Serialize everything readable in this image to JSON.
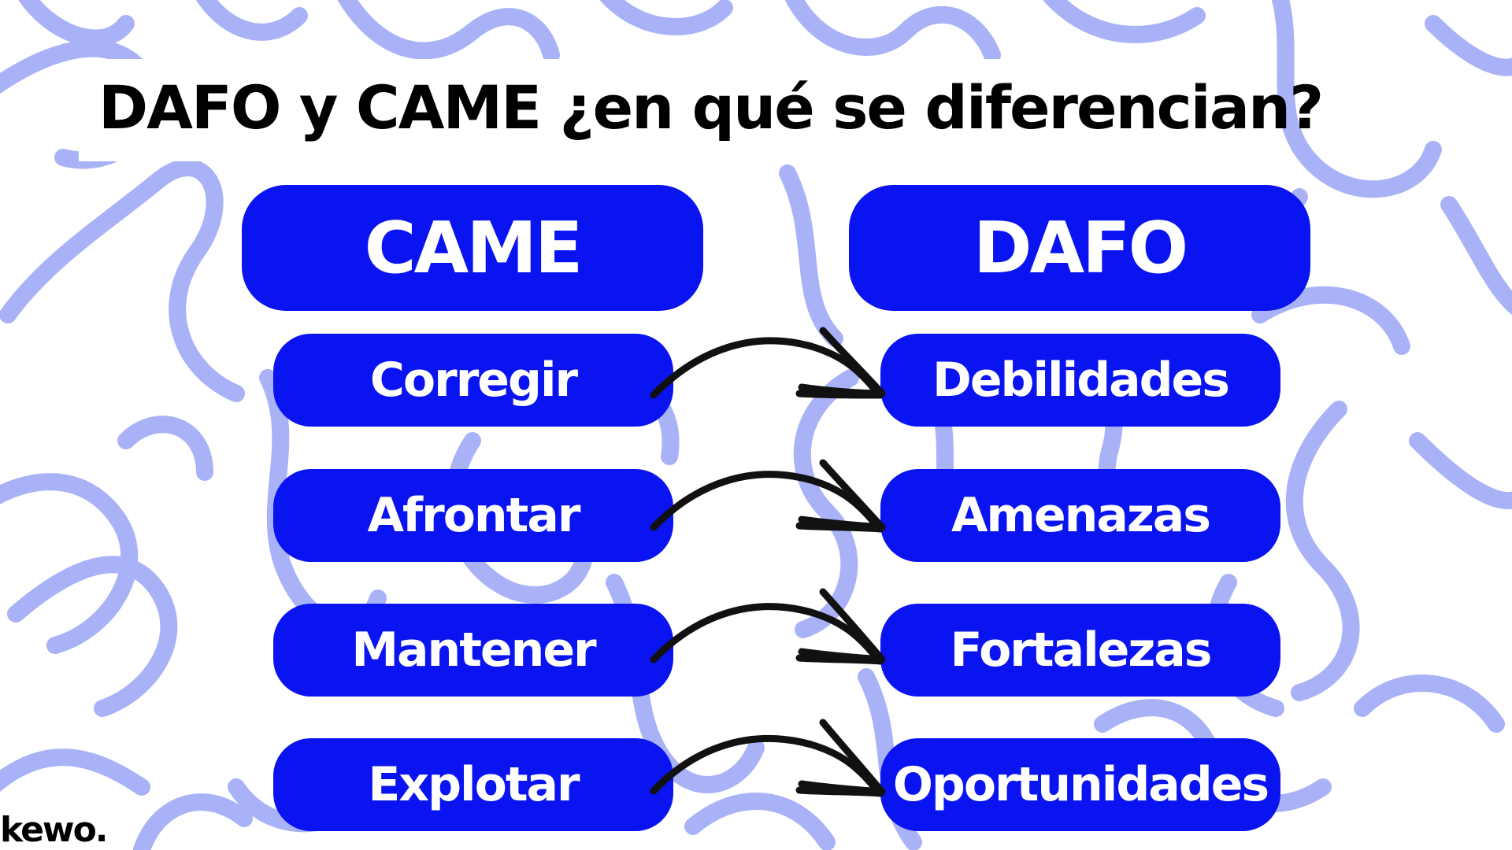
{
  "title": "DAFO y CAME ¿en qué se diferencian?",
  "columns": {
    "left": {
      "header": "CAME",
      "items": [
        "Corregir",
        "Afrontar",
        "Mantener",
        "Explotar"
      ]
    },
    "right": {
      "header": "DAFO",
      "items": [
        "Debilidades",
        "Amenazas",
        "Fortalezas",
        "Oportunidades"
      ]
    }
  },
  "connections": [
    {
      "from": "Corregir",
      "to": "Debilidades"
    },
    {
      "from": "Afrontar",
      "to": "Amenazas"
    },
    {
      "from": "Mantener",
      "to": "Fortalezas"
    },
    {
      "from": "Explotar",
      "to": "Oportunidades"
    }
  ],
  "logo": "kewo.",
  "colors": {
    "pill": "#0a14f0",
    "pill_text": "#ffffff",
    "squiggle": "#aab2f7",
    "arrow": "#111111",
    "title": "#000000"
  }
}
